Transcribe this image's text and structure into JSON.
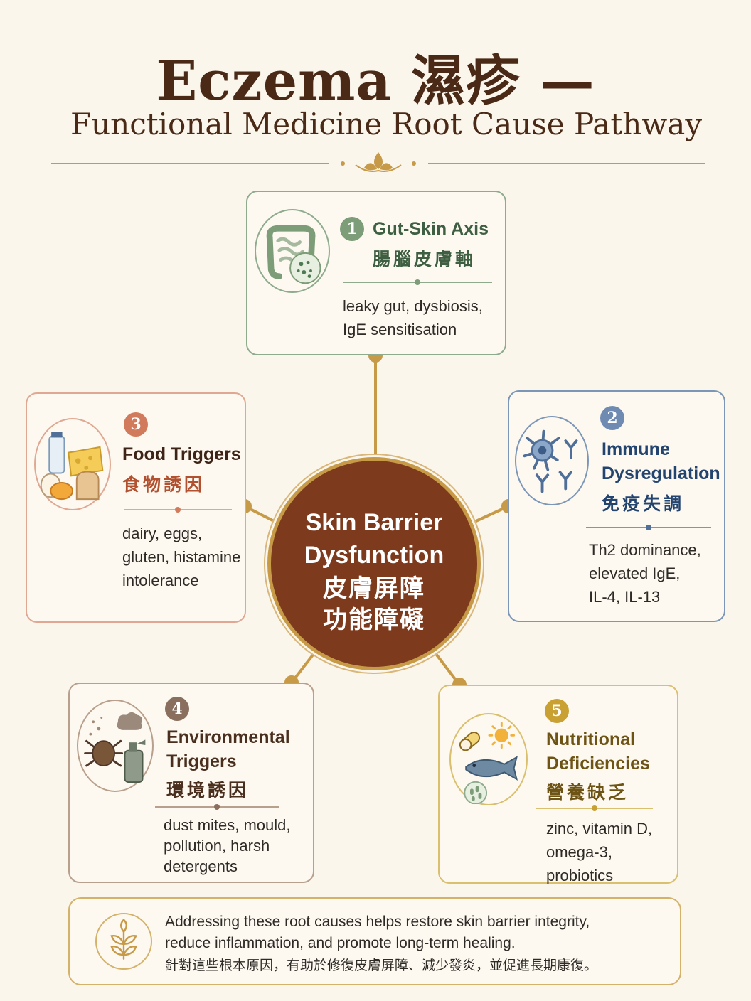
{
  "header": {
    "title": "Eczema 濕疹 —",
    "subtitle": "Functional Medicine Root Cause Pathway"
  },
  "center": {
    "title_en": "Skin Barrier Dysfunction",
    "title_zh": "皮膚屏障 功能障礙"
  },
  "colors": {
    "background": "#fbf6ec",
    "center_fill": "#7e3a1c",
    "gold": "#c79a48",
    "gut": "#3f5f42",
    "immune": "#23446f",
    "food": "#b2512f",
    "environment": "#5a3a26",
    "nutrition": "#6e5414"
  },
  "causes": [
    {
      "number": "1",
      "title": "Gut-Skin Axis",
      "title_zh": "腸腦皮膚軸",
      "description_lines": [
        "leaky gut, dysbiosis,",
        "IgE sensitisation"
      ],
      "icon": "intestine-bacteria-icon"
    },
    {
      "number": "2",
      "title_lines": [
        "Immune",
        "Dysregulation"
      ],
      "title_zh": "免疫失調",
      "description_lines": [
        "Th2 dominance,",
        "elevated IgE,",
        "IL-4, IL-13"
      ],
      "icon": "immune-cell-antibody-icon"
    },
    {
      "number": "3",
      "title": "Food Triggers",
      "title_zh": "食物誘因",
      "description_lines": [
        "dairy, eggs,",
        "gluten, histamine",
        "intolerance"
      ],
      "icon": "milk-cheese-eggs-bread-icon"
    },
    {
      "number": "4",
      "title_lines": [
        "Environmental",
        "Triggers"
      ],
      "title_zh": "環境誘因",
      "description_lines": [
        "dust mites, mould,",
        "pollution, harsh",
        "detergents"
      ],
      "icon": "dust-mite-spray-icon"
    },
    {
      "number": "5",
      "title_lines": [
        "Nutritional",
        "Deficiencies"
      ],
      "title_zh": "營養缺乏",
      "description_lines": [
        "zinc, vitamin D,",
        "omega-3,",
        "probiotics"
      ],
      "icon": "capsule-sun-fish-probiotic-icon"
    }
  ],
  "footer": {
    "line1": "Addressing these root causes helps restore skin barrier integrity,",
    "line2": "reduce inflammation, and promote long-term healing.",
    "line3_zh": "針對這些根本原因，有助於修復皮膚屏障、減少發炎，並促進長期康復。",
    "icon": "leaf-sprout-icon"
  }
}
